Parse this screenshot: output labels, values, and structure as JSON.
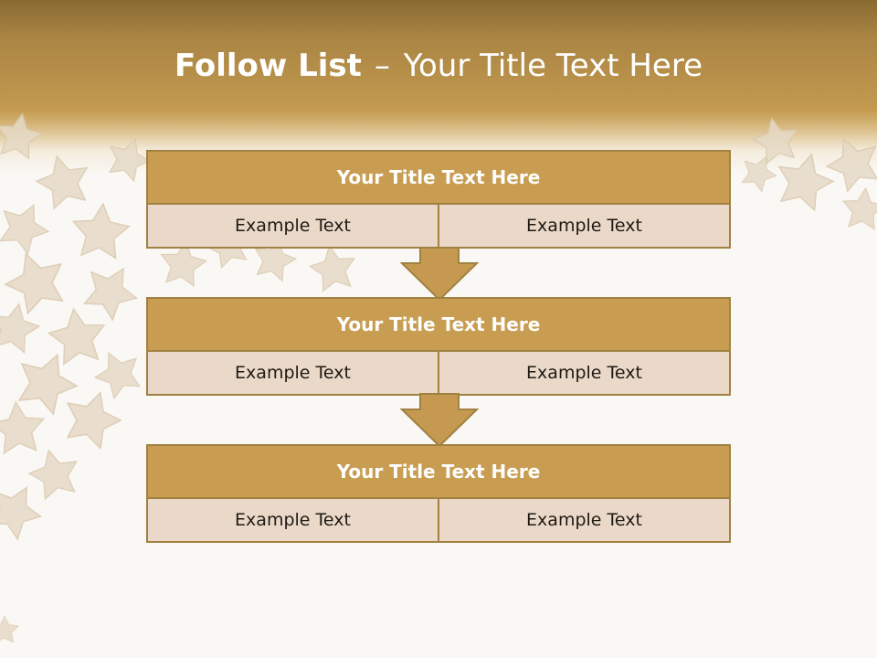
{
  "slide": {
    "title_bold": "Follow List",
    "title_separator": "–",
    "title_rest": "Your Title Text Here"
  },
  "steps": [
    {
      "title": "Your Title Text Here",
      "left": "Example Text",
      "right": "Example Text"
    },
    {
      "title": "Your Title Text Here",
      "left": "Example Text",
      "right": "Example Text"
    },
    {
      "title": "Your Title Text Here",
      "left": "Example Text",
      "right": "Example Text"
    }
  ],
  "colors": {
    "header_gold": "#c39a4f",
    "box_title_fill": "#c89d52",
    "box_border": "#a08142",
    "cell_fill": "#ead9c8",
    "arrow_fill": "#c59a50",
    "background": "#faf8f4"
  },
  "decoration": {
    "background_motif": "star-confetti"
  }
}
